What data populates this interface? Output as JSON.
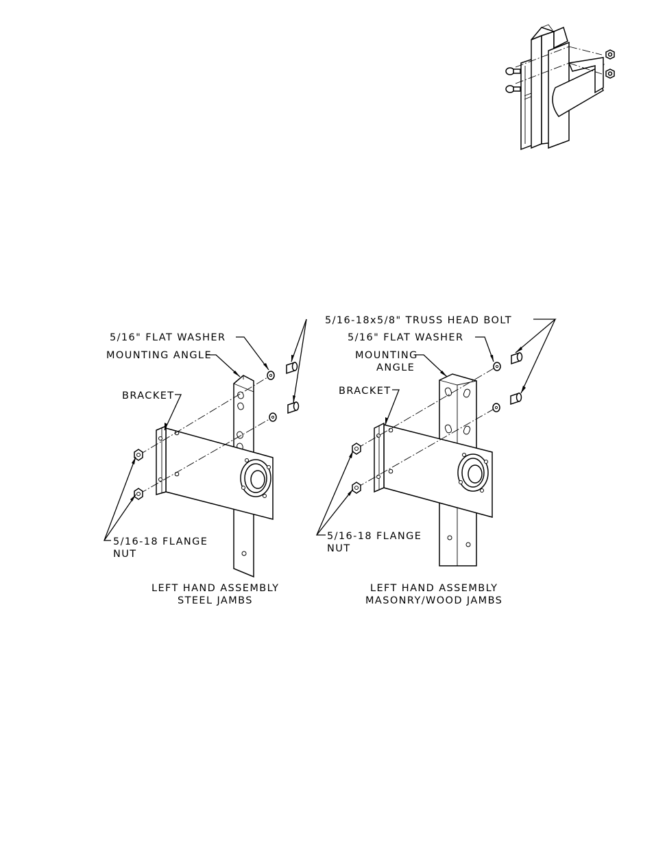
{
  "labels": {
    "left": {
      "flat_washer": "5/16\" FLAT WASHER",
      "mounting_angle": "MOUNTING ANGLE",
      "bracket": "BRACKET",
      "flange_nut_line1": "5/16-18 FLANGE",
      "flange_nut_line2": "NUT",
      "caption_line1": "LEFT HAND ASSEMBLY",
      "caption_line2": "STEEL JAMBS"
    },
    "right": {
      "truss_head_bolt": "5/16-18x5/8\" TRUSS HEAD BOLT",
      "flat_washer": "5/16\" FLAT WASHER",
      "mounting_angle_line1": "MOUNTING",
      "mounting_angle_line2": "ANGLE",
      "bracket": "BRACKET",
      "flange_nut_line1": "5/16-18 FLANGE",
      "flange_nut_line2": "NUT",
      "caption_line1": "LEFT HAND ASSEMBLY",
      "caption_line2": "MASONRY/WOOD JAMBS"
    }
  },
  "icons": [
    "assembly-thumbnail",
    "mounting-angle",
    "bracket-plate",
    "bearing",
    "flange-nut",
    "flat-washer",
    "truss-head-bolt"
  ]
}
